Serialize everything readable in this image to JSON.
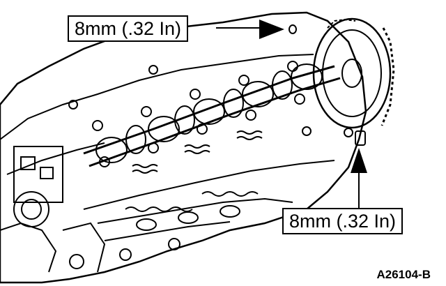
{
  "figure": {
    "callouts": [
      {
        "id": "top",
        "text": "8mm (.32 In)"
      },
      {
        "id": "bottom",
        "text": "8mm (.32 In)"
      }
    ],
    "reference_id": "A26104-B"
  },
  "colors": {
    "ink": "#000000",
    "background": "#ffffff"
  }
}
